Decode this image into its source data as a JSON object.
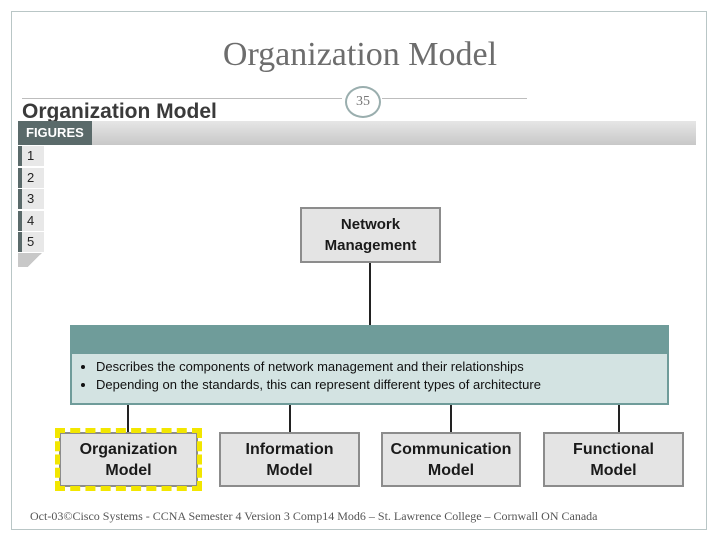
{
  "slide": {
    "title": "Organization Model",
    "page_number": "35",
    "footer": "Oct-03©Cisco Systems - CCNA Semester 4 Version 3 Comp14 Mod6 – St. Lawrence College – Cornwall ON Canada"
  },
  "figure": {
    "heading": "Organization Model",
    "figures_tab": "FIGURES",
    "figure_list": [
      "1",
      "2",
      "3",
      "4",
      "5"
    ]
  },
  "diagram": {
    "top_node": {
      "line1": "Network",
      "line2": "Management"
    },
    "description": [
      "Describes the components of network management and their relationships",
      "Depending on the standards, this can represent different types of architecture"
    ],
    "children": [
      {
        "line1": "Organization",
        "line2": "Model",
        "highlighted": true
      },
      {
        "line1": "Information",
        "line2": "Model",
        "highlighted": false
      },
      {
        "line1": "Communication",
        "line2": "Model",
        "highlighted": false
      },
      {
        "line1": "Functional",
        "line2": "Model",
        "highlighted": false
      }
    ],
    "colors": {
      "header_teal": "#6f9c9a",
      "body_teal": "#d3e3e2",
      "highlight_yellow": "#f2e600",
      "node_fill": "#e4e4e4"
    }
  }
}
